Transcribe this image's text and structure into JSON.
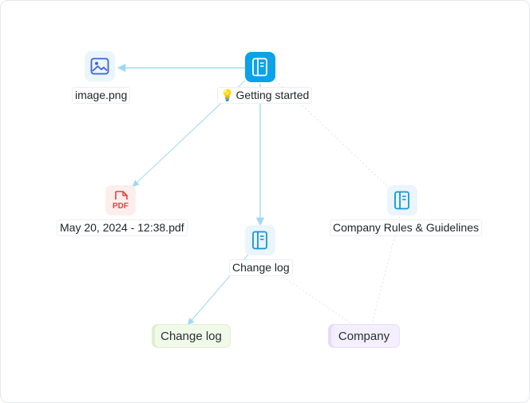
{
  "nodes": {
    "image": {
      "label": "image.png",
      "icon": "image-icon"
    },
    "getting_started": {
      "emoji": "💡",
      "label": "Getting started",
      "icon": "notebook-icon"
    },
    "pdf": {
      "label": "May 20, 2024 - 12:38.pdf",
      "icon_text": "PDF",
      "icon": "pdf-file-icon"
    },
    "change_log_doc": {
      "label": "Change log",
      "icon": "notebook-icon"
    },
    "company_rules": {
      "label": "Company Rules & Guidelines",
      "icon": "notebook-icon"
    },
    "change_log_tag": {
      "label": "Change log"
    },
    "company_tag": {
      "label": "Company"
    }
  },
  "colors": {
    "accent": "#0aa3e8",
    "edge_strong": "#9fd8f5",
    "edge_faint": "#e3e6ee",
    "pdf_red": "#e0413e",
    "tag_green": "#f1f9e8",
    "tag_purple": "#f3efff"
  }
}
